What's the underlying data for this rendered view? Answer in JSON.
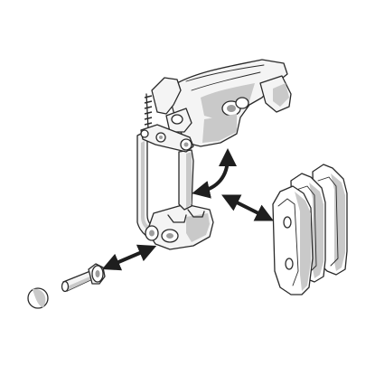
{
  "figure": {
    "components": [
      {
        "name": "brake-caliper-assembly",
        "icon": "caliper-icon"
      },
      {
        "name": "caliper-carrier-bracket",
        "icon": "bracket-icon"
      },
      {
        "name": "guide-pin",
        "icon": "pin-icon"
      },
      {
        "name": "dust-cap",
        "icon": "cap-icon"
      },
      {
        "name": "brake-pad-set",
        "icon": "brake-pad-icon"
      },
      {
        "name": "retaining-spring",
        "icon": "spring-icon"
      }
    ],
    "arrows": [
      {
        "name": "swing-caliper-arrow",
        "kind": "curved"
      },
      {
        "name": "pad-removal-arrow",
        "kind": "double-headed"
      },
      {
        "name": "pin-removal-arrow",
        "kind": "double-headed"
      }
    ],
    "colors": {
      "line": "#2a2a2a",
      "fill": "#f4f4f4",
      "shade": "#c9c9c9",
      "shade_dark": "#9d9d9d",
      "background": "#ffffff"
    }
  }
}
